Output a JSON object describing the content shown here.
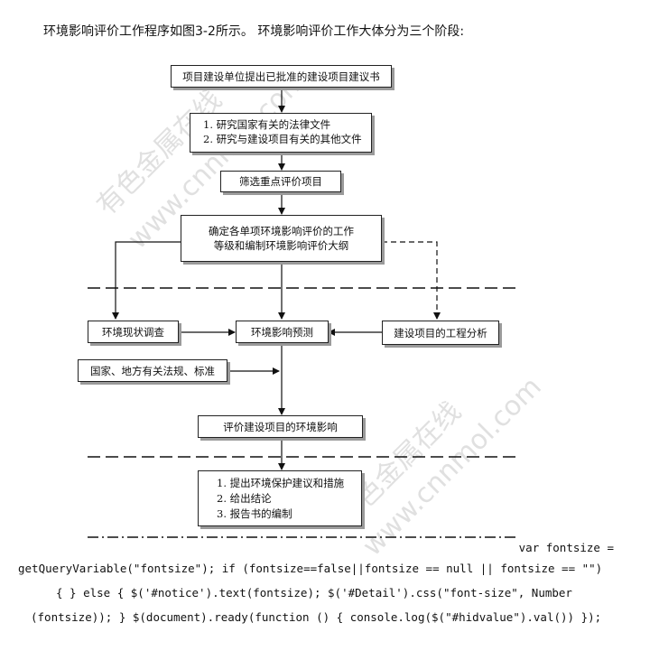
{
  "intro": "环境影响评价工作程序如图3-2所示。  环境影响评价工作大体分为三个阶段:",
  "boxes": {
    "proposal": "项目建设单位提出已批准的建设项目建议书",
    "study": [
      "1. 研究国家有关的法律文件",
      "2. 研究与建设项目有关的其他文件"
    ],
    "screen": "筛选重点评价项目",
    "grade": [
      "确定各单项环境影响评价的工作",
      "等级和编制环境影响评价大纲"
    ],
    "status": "环境现状调查",
    "predict": "环境影响预测",
    "analysis": "建设项目的工程分析",
    "laws": "国家、地方有关法规、标准",
    "assess": "评价建设项目的环境影响",
    "final": [
      "1.  提出环境保护建议和措施",
      "2.  给出结论",
      "3.  报告书的编制"
    ]
  },
  "watermarks": [
    "有色金属在线",
    "www.cnnmol.com"
  ],
  "code_lines": [
    "var fontsize =",
    "getQueryVariable(\"fontsize\"); if (fontsize==false||fontsize == null || fontsize == \"\")",
    "{ } else { $('#notice').text(fontsize); $('#Detail').css(\"font-size\", Number",
    "(fontsize)); } $(document).ready(function () { console.log($(\"#hidvalue\").val()) });"
  ]
}
